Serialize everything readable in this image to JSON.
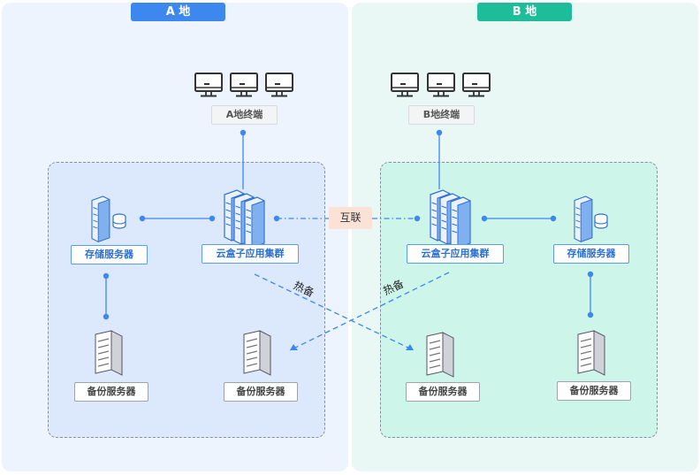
{
  "zones": {
    "a": {
      "title": "A 地"
    },
    "b": {
      "title": "B 地"
    }
  },
  "labels": {
    "terminal_a": "A地终端",
    "terminal_b": "B地终端",
    "storage_a": "存储服务器",
    "storage_b": "存储服务器",
    "cluster_a": "云盒子应用集群",
    "cluster_b": "云盒子应用集群",
    "backup_a1": "备份服务器",
    "backup_a2": "备份服务器",
    "backup_b1": "备份服务器",
    "backup_b2": "备份服务器",
    "interconnect": "互联",
    "hot_standby_1": "热备",
    "hot_standby_2": "热备"
  },
  "colors": {
    "zone_a_accent": "#3d88ee",
    "zone_b_accent": "#1ebd9a",
    "link_line": "#3d88ee",
    "interconnect_bg": "#fbe2d6"
  },
  "icons": [
    "monitor-icon",
    "cluster-server-icon",
    "storage-server-icon",
    "backup-server-icon"
  ]
}
